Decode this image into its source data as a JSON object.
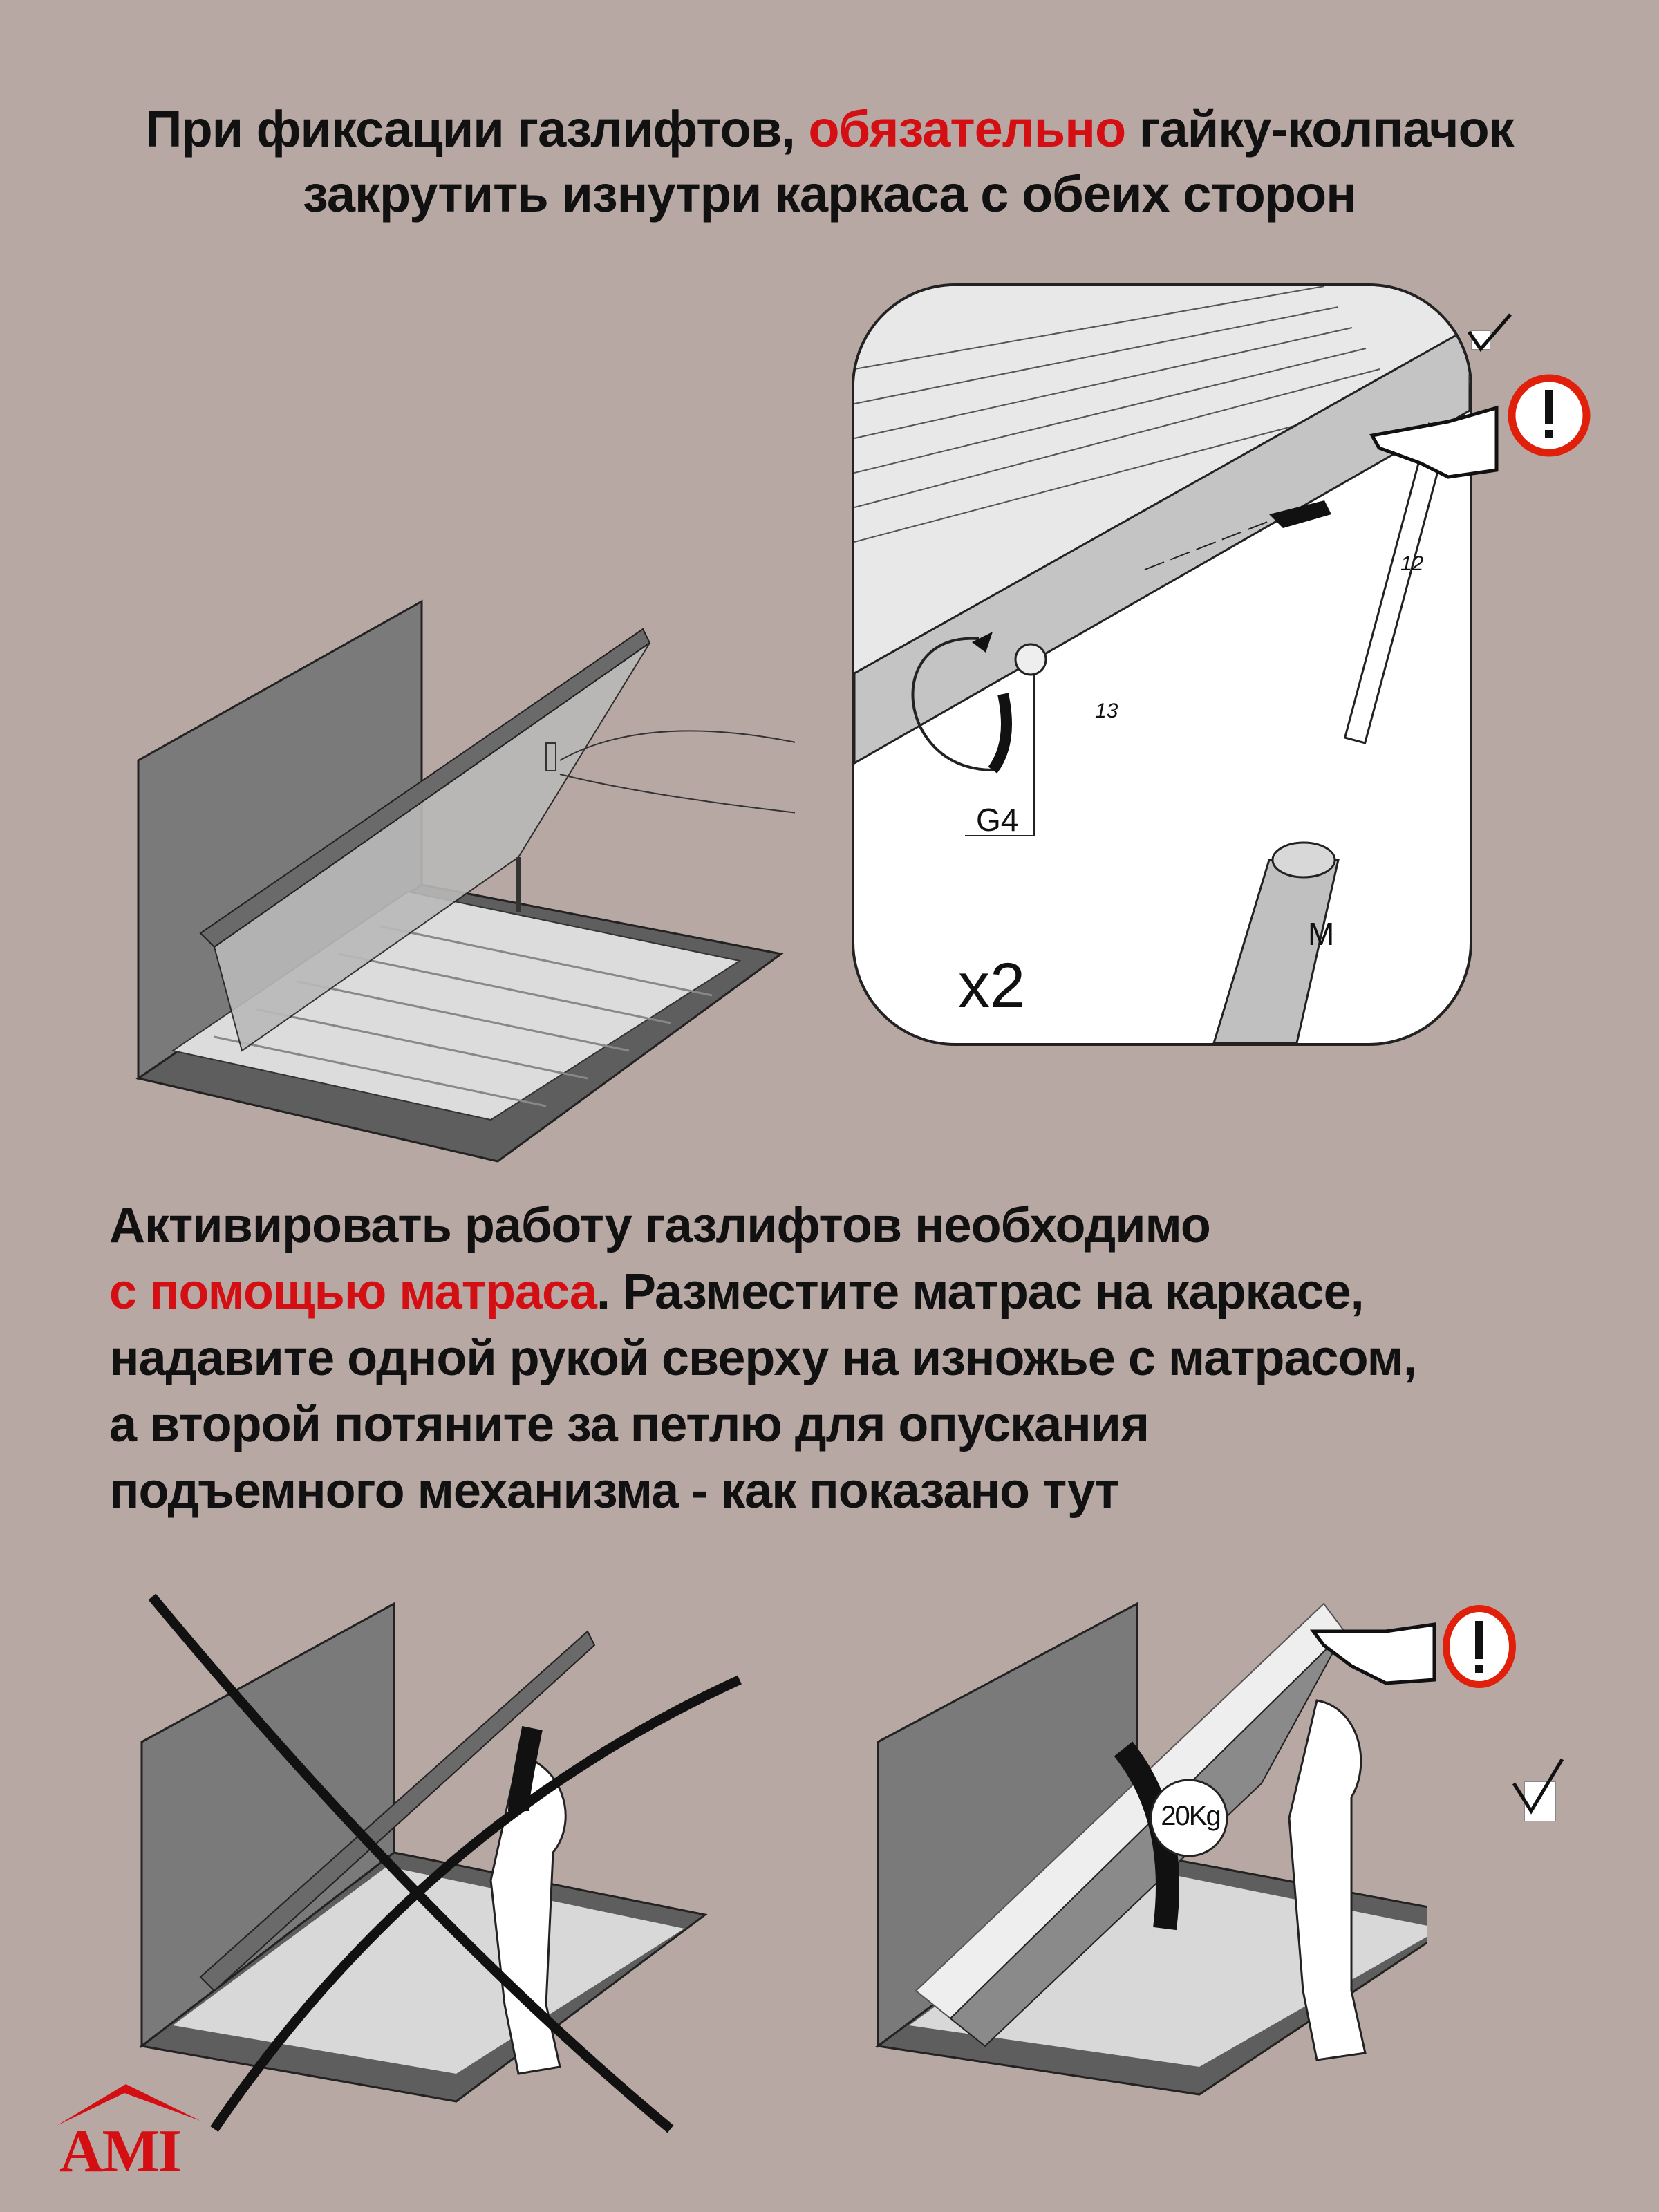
{
  "header": {
    "line1_pre": "При фиксации газлифтов, ",
    "line1_emph": "обязательно",
    "line1_post": " гайку-колпачок",
    "line2": "закрутить изнутри каркаса с обеих сторон"
  },
  "detail_panel": {
    "part_label": "G4",
    "gaslift_label": "M",
    "wrench_small": "12",
    "wrench_large": "13",
    "quantity": "x2",
    "warning_icon": "exclamation-warning-icon",
    "check_icon": "checkbox-checked-icon"
  },
  "instructions": {
    "line1": "Активировать работу газлифтов необходимо",
    "line2_emph": "с помощью матраса",
    "line2_post": ". Разместите матрас на каркасе,",
    "line3": "надавите одной рукой сверху на изножье с матрасом,",
    "line4": "а второй потяните за петлю для опускания",
    "line5": "подъемного механизма - как показано тут"
  },
  "bottom_illustrations": {
    "wrong": {
      "mark": "cross-out-icon"
    },
    "right": {
      "weight_label": "20Kg",
      "warning_icon": "exclamation-warning-icon",
      "check_icon": "checkbox-checked-icon"
    }
  },
  "brand": {
    "logo_text": "AMI"
  },
  "colors": {
    "background": "#b8a8a4",
    "accent_red": "#d30f14",
    "text": "#111111"
  }
}
